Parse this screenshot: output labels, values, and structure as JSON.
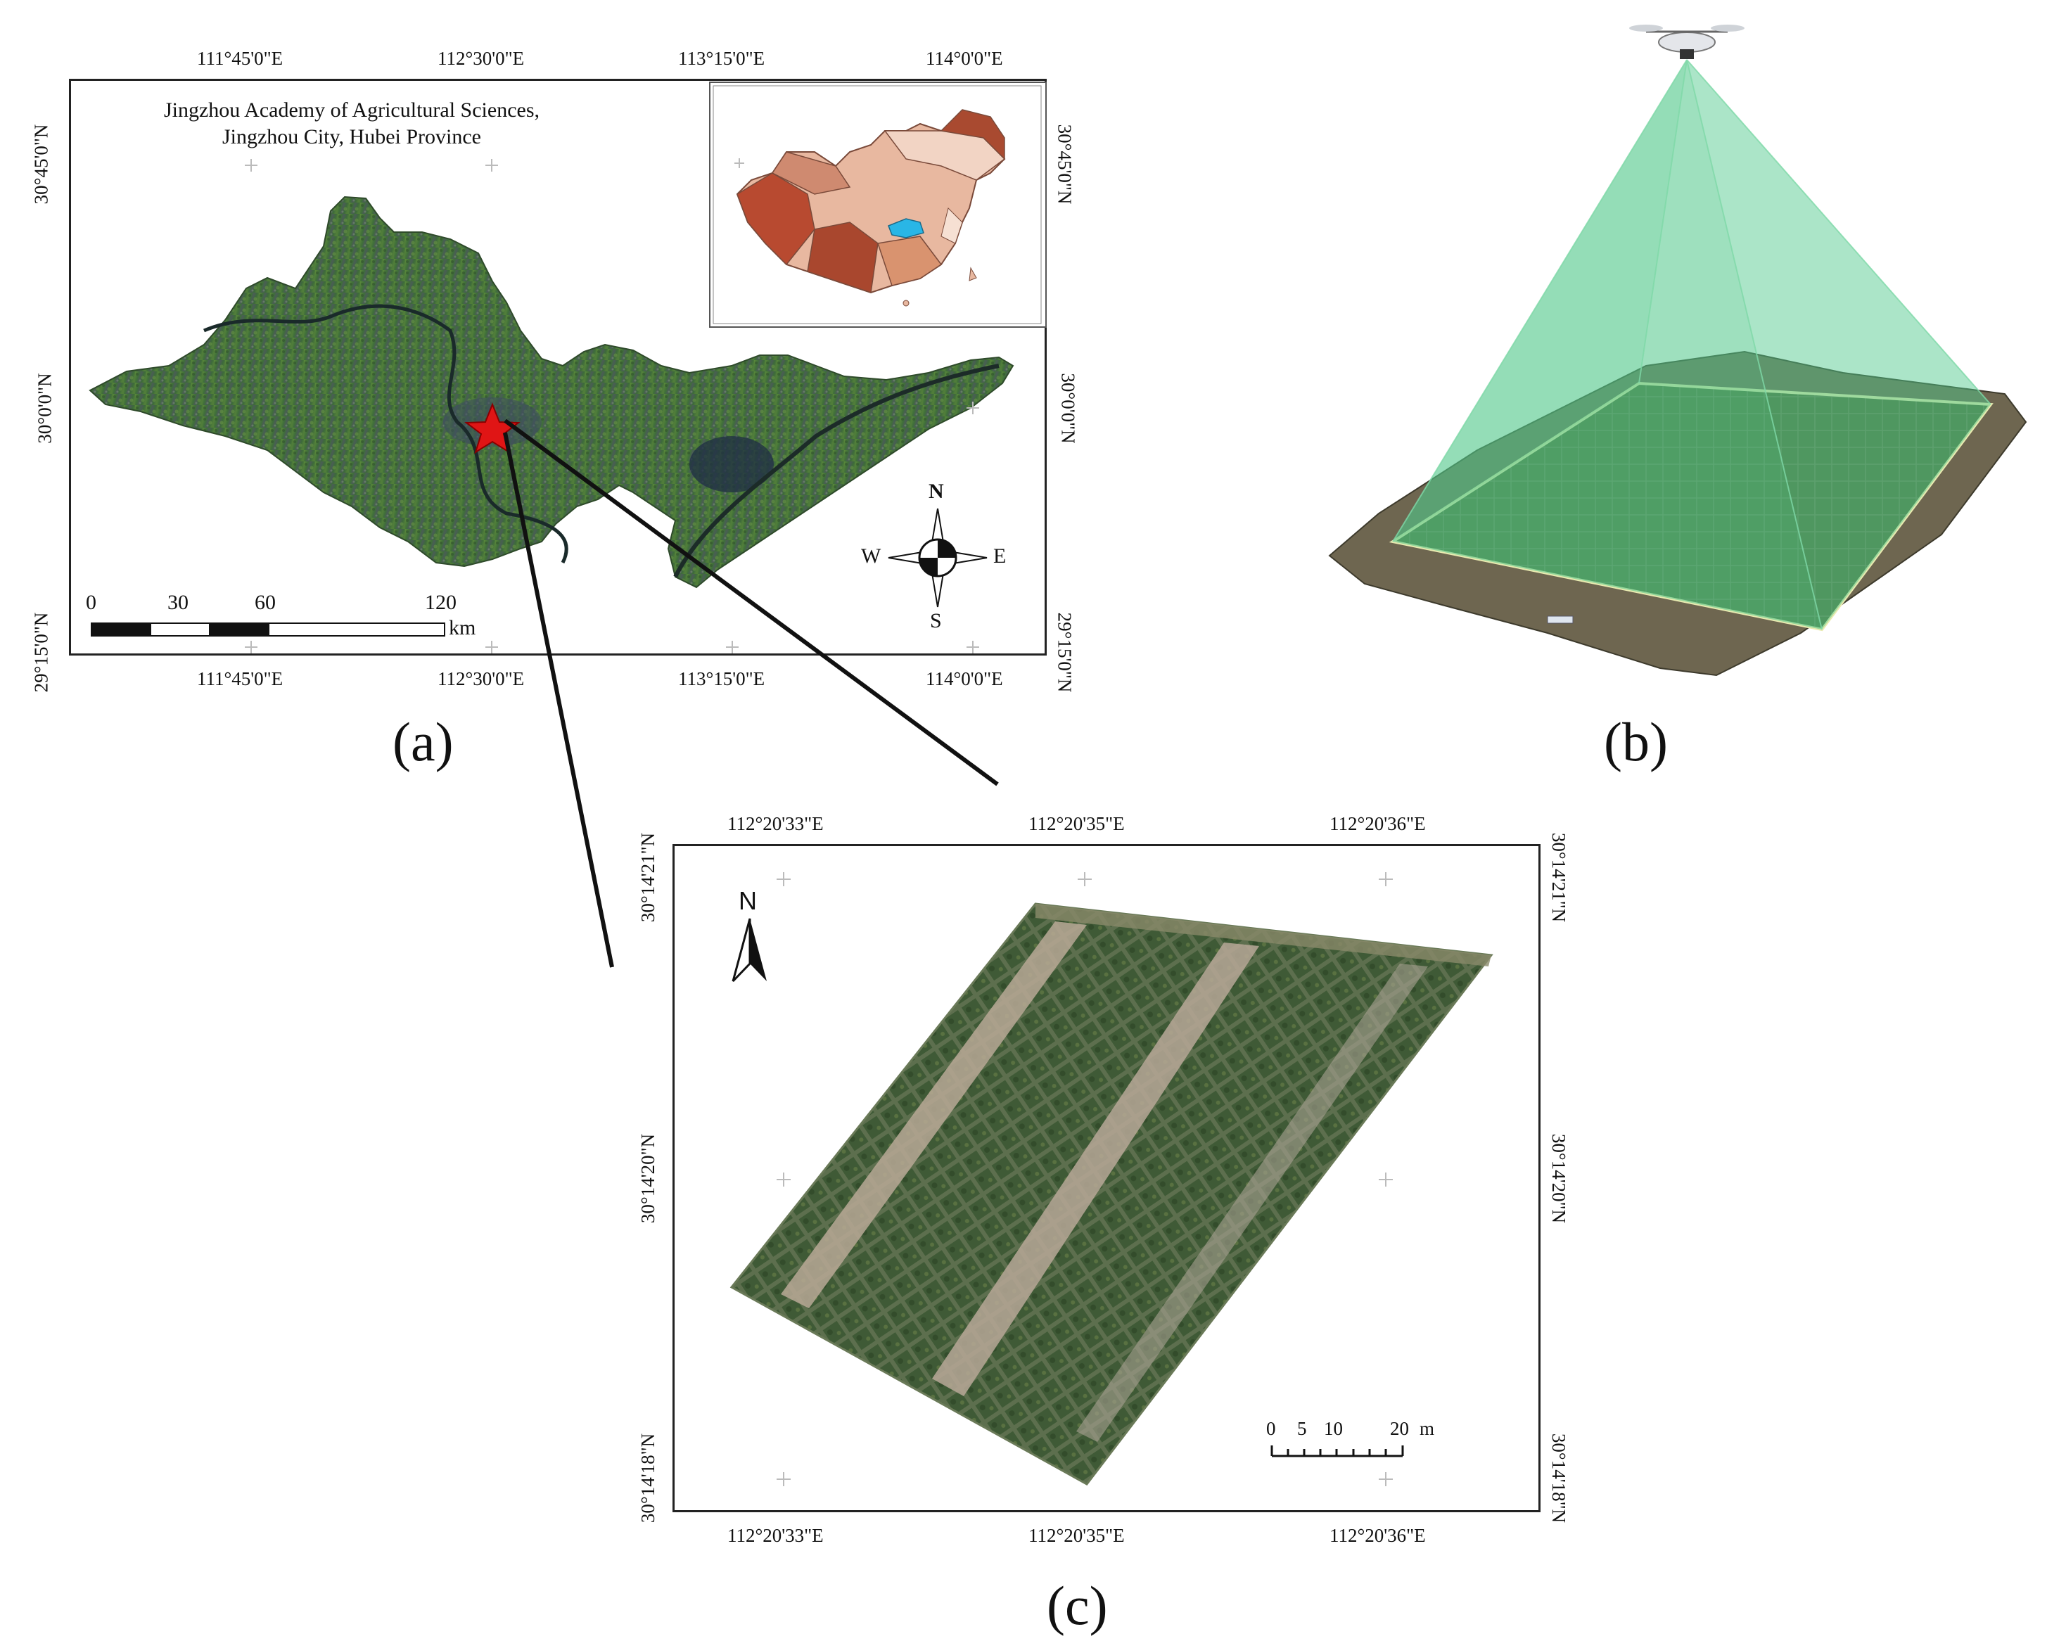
{
  "panel_a": {
    "label": "(a)",
    "title_line1": "Jingzhou Academy of Agricultural Sciences,",
    "title_line2": "Jingzhou City, Hubei Province",
    "top_ticks": [
      "111°45'0\"E",
      "112°30'0\"E",
      "113°15'0\"E",
      "114°0'0\"E"
    ],
    "bottom_ticks": [
      "111°45'0\"E",
      "112°30'0\"E",
      "113°15'0\"E",
      "114°0'0\"E"
    ],
    "left_ticks": [
      "30°45'0\"N",
      "30°0'0\"N",
      "29°15'0\"N"
    ],
    "right_ticks": [
      "30°45'0\"N",
      "30°0'0\"N",
      "29°15'0\"N"
    ],
    "scale_numbers": [
      "0",
      "30",
      "60",
      "120"
    ],
    "scale_unit": "km",
    "compass": {
      "n": "N",
      "s": "S",
      "e": "E",
      "w": "W"
    },
    "site_marker": "red-star",
    "inset_highlight_color": "#29b6e6"
  },
  "panel_b": {
    "label": "(b)",
    "frustum_color": "#4fc98a"
  },
  "panel_c": {
    "label": "(c)",
    "top_ticks": [
      "112°20'33\"E",
      "112°20'35\"E",
      "112°20'36\"E"
    ],
    "bottom_ticks": [
      "112°20'33\"E",
      "112°20'35\"E",
      "112°20'36\"E"
    ],
    "left_ticks": [
      "30°14'21\"N",
      "30°14'20\"N",
      "30°14'18\"N"
    ],
    "right_ticks": [
      "30°14'21\"N",
      "30°14'20\"N",
      "30°14'18\"N"
    ],
    "north": "N",
    "scale_numbers": [
      "0",
      "5",
      "10",
      "20"
    ],
    "scale_unit": "m"
  }
}
